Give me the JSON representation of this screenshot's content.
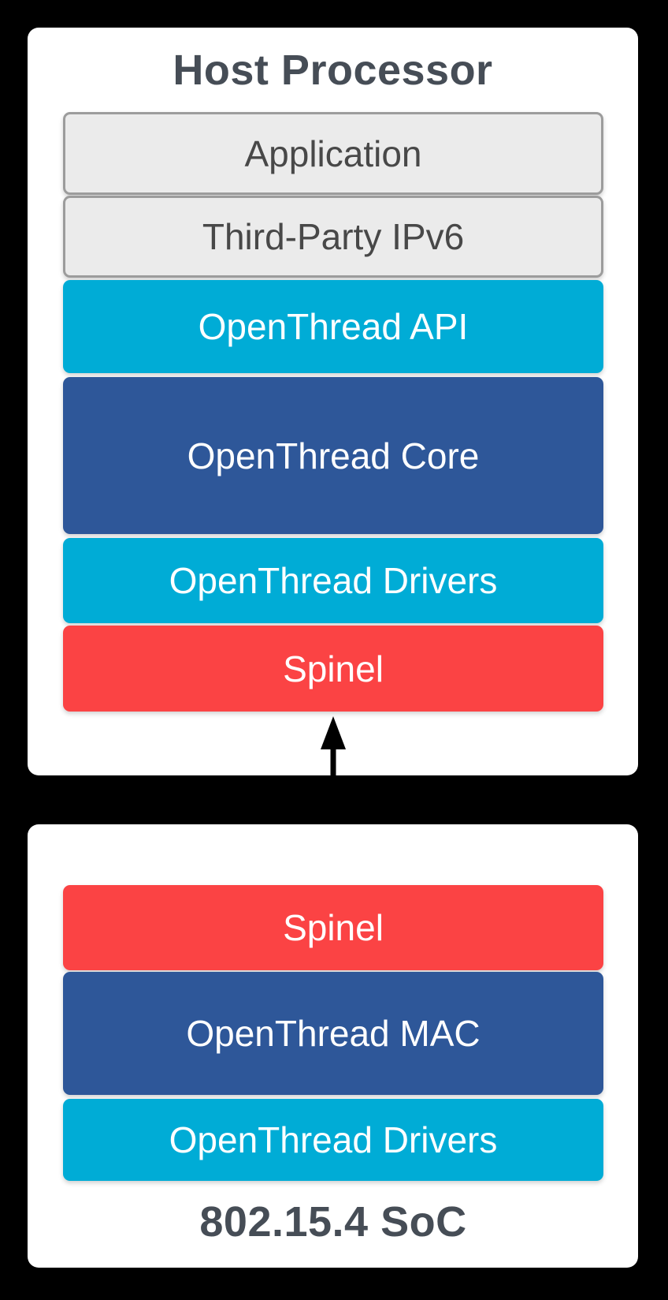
{
  "colors": {
    "background": "#000000",
    "panel": "#FFFFFF",
    "cyan": "#00ACD6",
    "blue": "#2E5799",
    "red": "#FB4344",
    "gray_fill": "#EBEBEB",
    "gray_border": "#9C9C9C",
    "title_text": "#464D56",
    "gray_text": "#484848",
    "light_text": "#FFFFFF",
    "arrow": "#000000"
  },
  "host_panel": {
    "title": "Host Processor",
    "layers": [
      {
        "label": "Application"
      },
      {
        "label": "Third-Party IPv6"
      },
      {
        "label": "OpenThread API"
      },
      {
        "label": "OpenThread Core"
      },
      {
        "label": "OpenThread Drivers"
      },
      {
        "label": "Spinel"
      }
    ]
  },
  "soc_panel": {
    "title": "802.15.4 SoC",
    "layers": [
      {
        "label": "Spinel"
      },
      {
        "label": "OpenThread MAC"
      },
      {
        "label": "OpenThread Drivers"
      }
    ]
  },
  "arrow": {
    "type": "bidirectional-vertical"
  }
}
